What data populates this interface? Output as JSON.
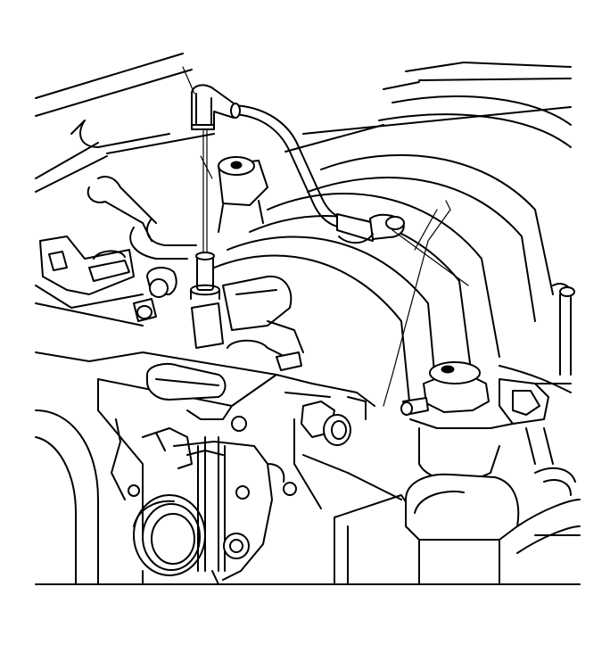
{
  "figure": {
    "components": [
      "vacuum-hose",
      "hose-elbow-upper",
      "hose-elbow-lower",
      "vacuum-port-fitting",
      "intake-manifold",
      "throttle-body",
      "vacuum-sensor",
      "fuel-rail-hose"
    ],
    "style": "black line art on white"
  }
}
